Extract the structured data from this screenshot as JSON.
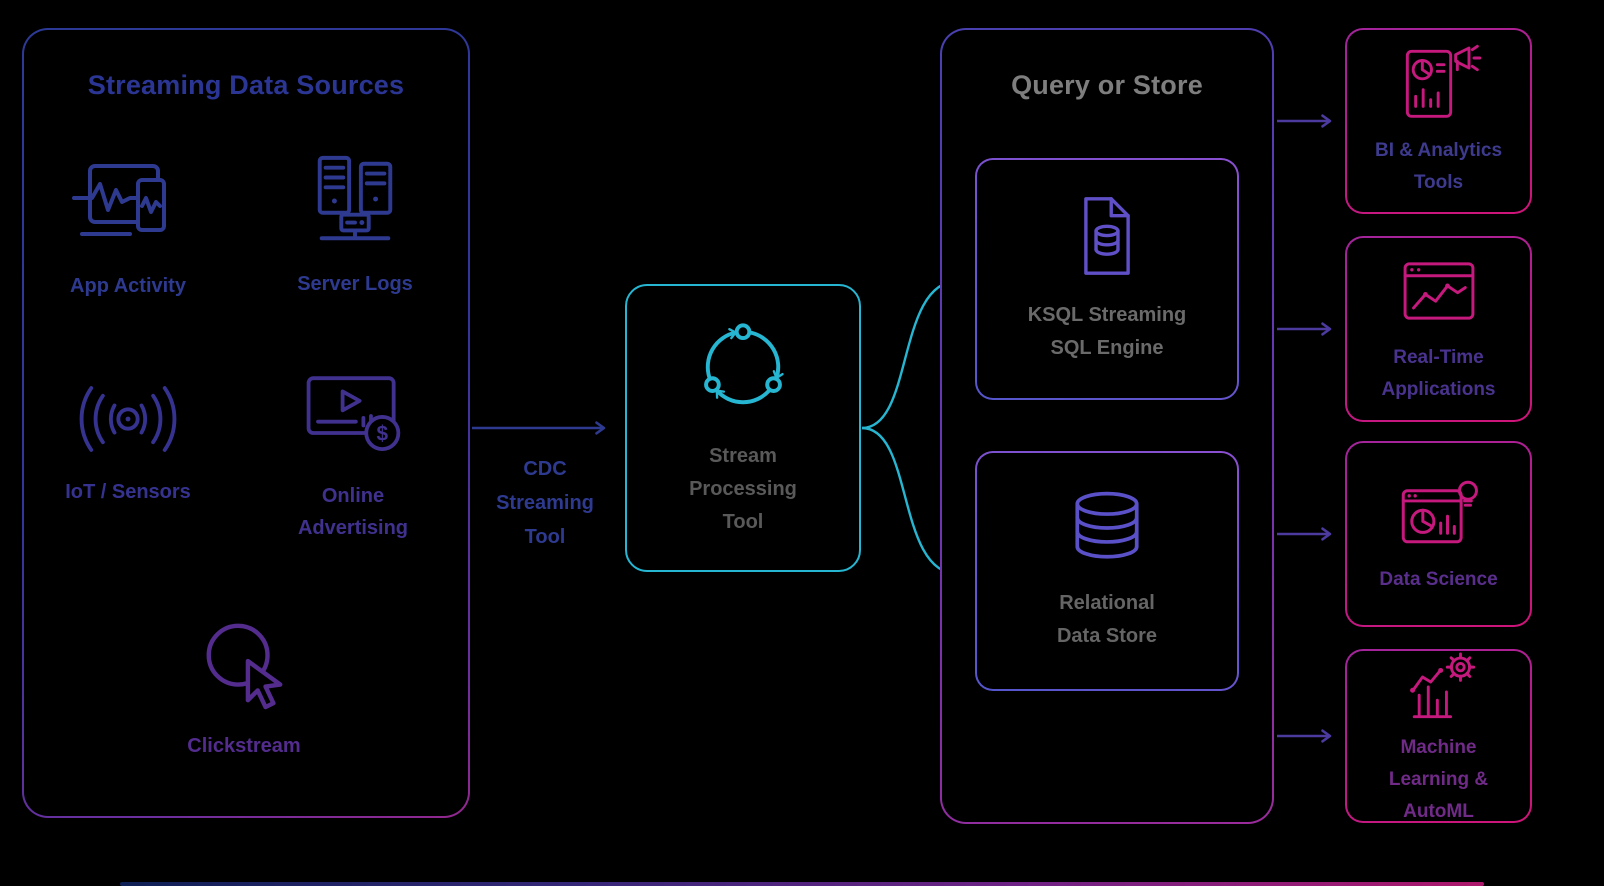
{
  "diagram": {
    "background": "#000000",
    "sources_panel": {
      "title": "Streaming Data Sources",
      "title_color": "#2b3694",
      "items": [
        {
          "label": "App Activity",
          "icon": "app-activity-icon",
          "label_color": "#2e3a90"
        },
        {
          "label": "Server Logs",
          "icon": "server-logs-icon",
          "label_color": "#2e3a90"
        },
        {
          "label": "IoT / Sensors",
          "icon": "iot-sensors-icon",
          "label_color": "#363390"
        },
        {
          "label": "Online Advertising",
          "icon": "online-advertising-icon",
          "label_color": "#41318f"
        },
        {
          "label": "Clickstream",
          "icon": "clickstream-icon",
          "label_color": "#532c8d"
        }
      ]
    },
    "cdc_label": "CDC Streaming Tool",
    "cdc_label_color": "#2e3a90",
    "stream_processing": {
      "label": "Stream Processing Tool",
      "icon": "stream-cycle-icon",
      "label_color": "#595959",
      "border_color": "#27b6d2"
    },
    "query_store_panel": {
      "title": "Query or Store",
      "title_color": "#7e7e7e",
      "items": [
        {
          "label": "KSQL Streaming SQL Engine",
          "icon": "ksql-document-icon",
          "label_color": "#6a6a6a"
        },
        {
          "label": "Relational Data Store",
          "icon": "relational-database-icon",
          "label_color": "#656565"
        }
      ]
    },
    "outputs": [
      {
        "label": "BI & Analytics Tools",
        "icon": "bi-analytics-icon",
        "label_color": "#3e3a8e"
      },
      {
        "label": "Real-Time Applications",
        "icon": "realtime-applications-icon",
        "label_color": "#49338e"
      },
      {
        "label": "Data Science",
        "icon": "data-science-icon",
        "label_color": "#5a2e8c"
      },
      {
        "label": "Machine Learning & AutoML",
        "icon": "machine-learning-icon",
        "label_color": "#702a87"
      }
    ],
    "connections": [
      {
        "from": "Streaming Data Sources",
        "to": "Stream Processing Tool",
        "via": "CDC Streaming Tool"
      },
      {
        "from": "Stream Processing Tool",
        "to": "KSQL Streaming SQL Engine"
      },
      {
        "from": "Stream Processing Tool",
        "to": "Relational Data Store"
      },
      {
        "from": "Query or Store",
        "to": "BI & Analytics Tools"
      },
      {
        "from": "Query or Store",
        "to": "Real-Time Applications"
      },
      {
        "from": "Query or Store",
        "to": "Data Science"
      },
      {
        "from": "Query or Store",
        "to": "Machine Learning & AutoML"
      }
    ],
    "colors": {
      "navy_accent": "#2d3a8f",
      "teal_accent": "#27b6d2",
      "purple_accent": "#6050c8",
      "pink_accent": "#c6197e",
      "output_arrow": "#4c3a9e"
    }
  }
}
